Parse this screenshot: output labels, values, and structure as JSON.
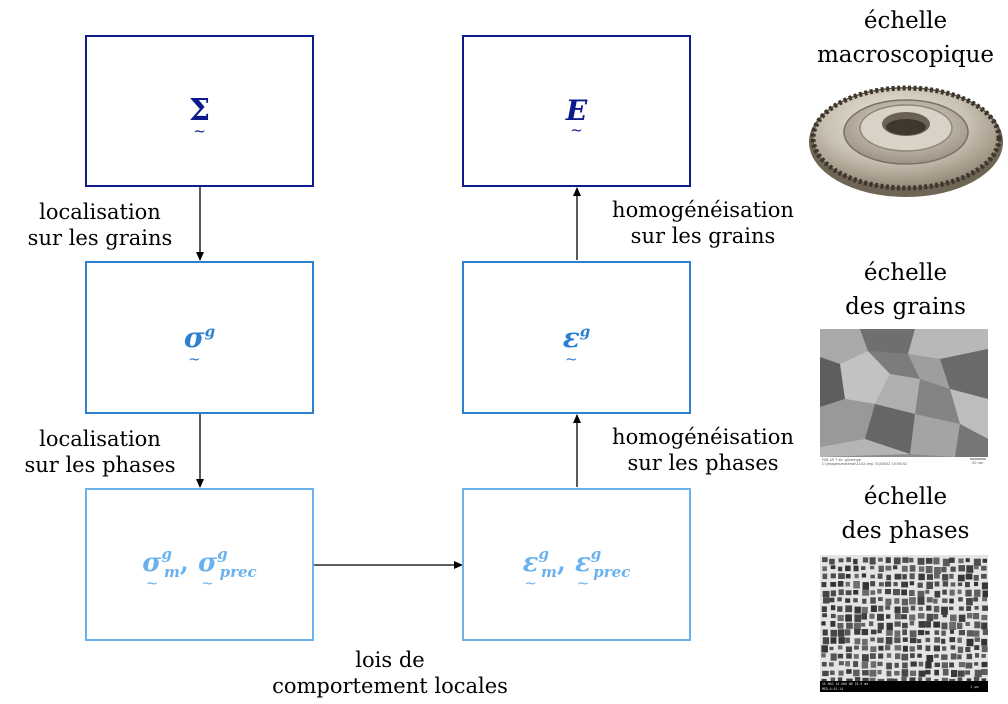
{
  "diagram": {
    "boxes": {
      "top_left": {
        "symbol": "Σ",
        "color": "#0d1a8c"
      },
      "top_right": {
        "symbol": "E",
        "color": "#0d1a8c"
      },
      "mid_left": {
        "symbol": "σ",
        "sup": "g",
        "color": "#2f7fd0"
      },
      "mid_right": {
        "symbol": "ε",
        "sup": "g",
        "color": "#2f7fd0"
      },
      "bot_left": {
        "symbol1": "σ",
        "sup1": "g",
        "sub1": "m",
        "sep": ", ",
        "symbol2": "σ",
        "sup2": "g",
        "sub2": "prec",
        "color": "#6ab1ee"
      },
      "bot_right": {
        "symbol1": "ε",
        "sup1": "g",
        "sub1": "m",
        "sep": ", ",
        "symbol2": "ε",
        "sup2": "g",
        "sub2": "prec",
        "color": "#6ab1ee"
      }
    },
    "tilde": "~",
    "labels": {
      "loc_grains": [
        "localisation",
        "sur les grains"
      ],
      "loc_phases": [
        "localisation",
        "sur les phases"
      ],
      "homog_grains": [
        "homogénéisation",
        "sur les grains"
      ],
      "homog_phases": [
        "homogénéisation",
        "sur les phases"
      ],
      "lois": [
        "lois de",
        "comportement locales"
      ]
    },
    "scales": {
      "macro": [
        "échelle",
        "macroscopique"
      ],
      "grains": [
        "échelle",
        "des grains"
      ],
      "phases": [
        "échelle",
        "des phases"
      ]
    },
    "photo_captions": {
      "grains_footer_1": "F08 LR T all. gl/cemge",
      "grains_footer_2": "C:\\images\\material\\1102.tmp 31/08/02 10:06:52",
      "grains_scale": "50 um",
      "phases_footer_1": "SE  MAG 10.000  WD 18.9 mm",
      "phases_footer_2": "MED-A-01-14",
      "phases_footer_3": "1 μm"
    }
  }
}
